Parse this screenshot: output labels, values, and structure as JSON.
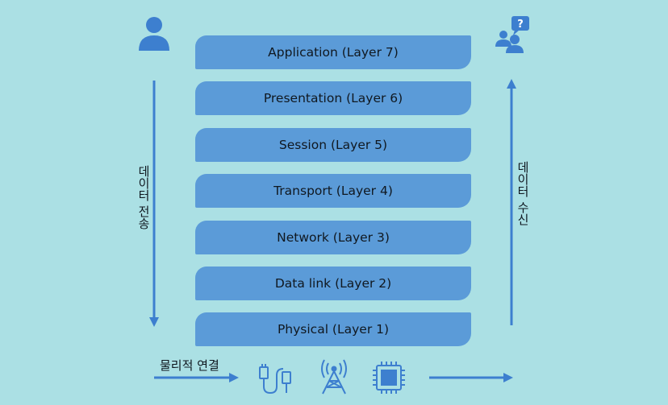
{
  "layers": [
    {
      "label": "Application (Layer 7)"
    },
    {
      "label": "Presentation (Layer 6)"
    },
    {
      "label": "Session (Layer 5)"
    },
    {
      "label": "Transport (Layer 4)"
    },
    {
      "label": "Network (Layer 3)"
    },
    {
      "label": "Data link (Layer 2)"
    },
    {
      "label": "Physical (Layer 1)"
    }
  ],
  "left_label": "데이터 전송",
  "right_label": "데이터 수신",
  "bottom_label": "물리적 연결",
  "icons": {
    "sender": "person-icon",
    "receiver": "people-question-icon",
    "cable": "usb-cable-icon",
    "antenna": "antenna-tower-icon",
    "chip": "cpu-chip-icon"
  },
  "question_mark": "?",
  "colors": {
    "background": "#abe0e4",
    "layer": "#5b9bd8",
    "accent": "#3d7fcf"
  }
}
